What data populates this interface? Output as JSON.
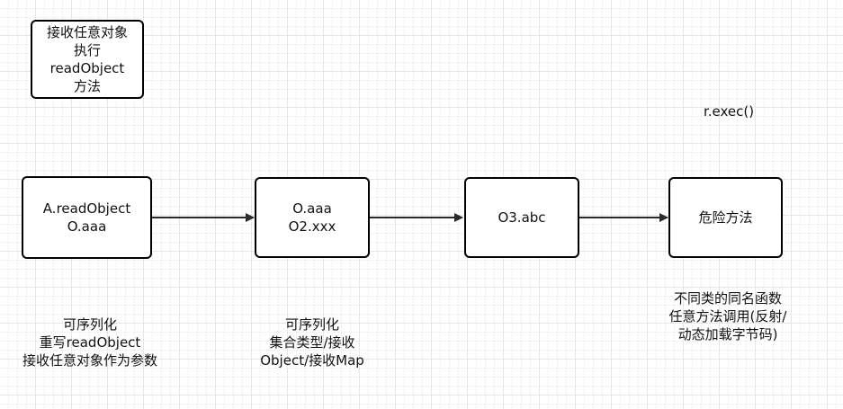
{
  "nodes": {
    "top_left": [
      "接收任意对象",
      "执行",
      "readObject",
      "方法"
    ],
    "n1": [
      "A.readObject",
      "O.aaa"
    ],
    "n2": [
      "O.aaa",
      "O2.xxx"
    ],
    "n3": [
      "O3.abc"
    ],
    "n4": [
      "危险方法"
    ]
  },
  "notes": {
    "n1": [
      "可序列化",
      "重写readObject",
      "接收任意对象作为参数"
    ],
    "n2": [
      "可序列化",
      "集合类型/接收",
      "Object/接收Map"
    ],
    "n4": [
      "不同类的同名函数",
      "任意方法调用(反射/",
      "动态加载字节码)"
    ],
    "exec": "r.exec()"
  },
  "colors": {
    "stroke": "#000000",
    "edge": "#2b2b2b",
    "grid": "#e6e6e6"
  }
}
